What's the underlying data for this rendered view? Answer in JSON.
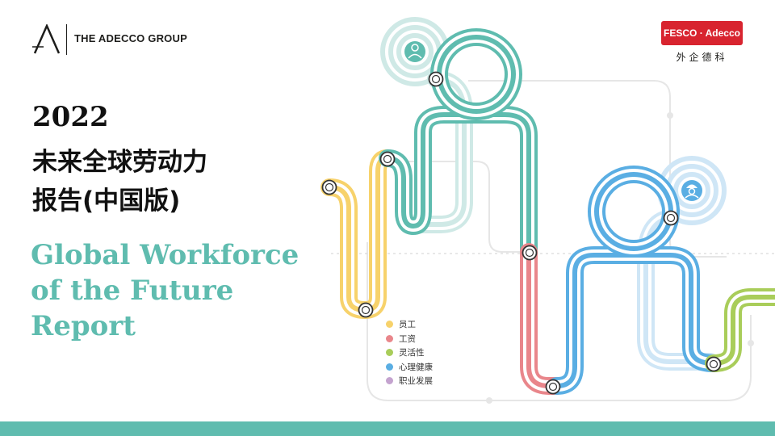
{
  "header": {
    "group_name": "THE ADECCO GROUP",
    "partner_logo": "FESCO · Adecco",
    "partner_cn": "外企德科",
    "logo_icon": "adecco-a-icon"
  },
  "title": {
    "year": "2022",
    "cn_line1": "未来全球劳动力",
    "cn_line2": "报告(中国版)",
    "en_lines": [
      "Global Workforce",
      "of the Future",
      "Report"
    ]
  },
  "legend": [
    {
      "label": "员工",
      "color": "#f7d26b"
    },
    {
      "label": "工资",
      "color": "#e9868b"
    },
    {
      "label": "灵活性",
      "color": "#a9cd5a"
    },
    {
      "label": "心理健康",
      "color": "#5aaee3"
    },
    {
      "label": "职业发展",
      "color": "#c4a3cf"
    }
  ],
  "colors": {
    "teal": "#5fbcaf",
    "teal_light": "#cfe9e6",
    "yellow": "#f7d26b",
    "pink": "#e9868b",
    "green": "#a9cd5a",
    "blue": "#5aaee3",
    "blue_light": "#cfe6f6",
    "brand_red": "#d8242f"
  },
  "icons": [
    "worker-icon",
    "engineer-icon"
  ]
}
